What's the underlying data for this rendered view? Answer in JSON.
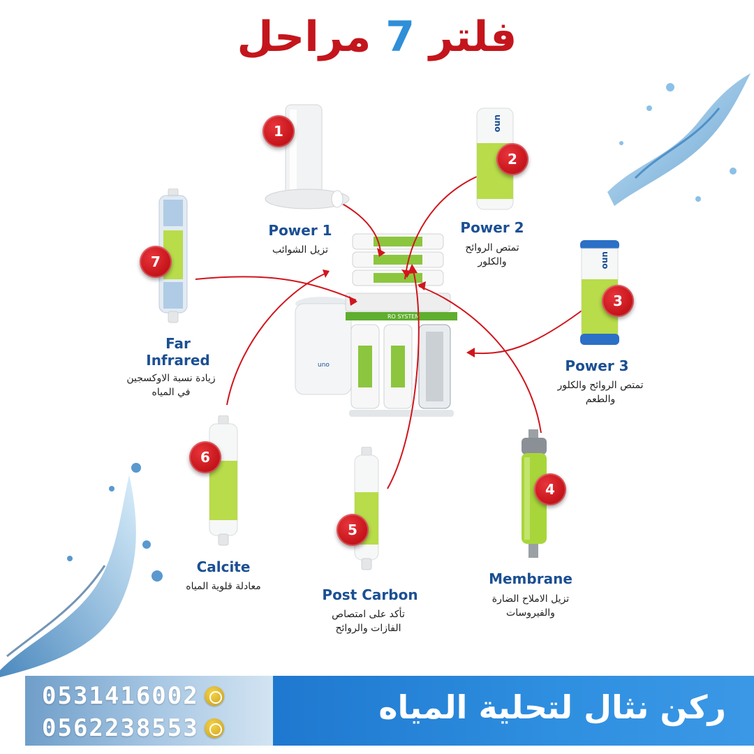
{
  "title": {
    "prefix": "فلتر",
    "number": "7",
    "suffix": "مراحل"
  },
  "stages": [
    {
      "num": "1",
      "name": "Power 1",
      "desc": "تزيل الشوائب"
    },
    {
      "num": "2",
      "name": "Power 2",
      "desc": "تمتص الروائح والكلور"
    },
    {
      "num": "3",
      "name": "Power 3",
      "desc": "تمتص الروائح والكلور والطعم"
    },
    {
      "num": "4",
      "name": "Membrane",
      "desc": "تزيل الاملاح الضارة والفيروسات"
    },
    {
      "num": "5",
      "name": "Post Carbon",
      "desc": "تأكد على امتصاص الفازات والروائح"
    },
    {
      "num": "6",
      "name": "Calcite",
      "desc": "معادلة قلوية المياه"
    },
    {
      "num": "7",
      "name": "Far Infrared",
      "desc": "زيادة نسبة الاوكسجين في المياه"
    }
  ],
  "unit": {
    "label": "RO SYSTEM",
    "brand": "uno"
  },
  "contact": {
    "phone_1": "0531416002",
    "phone_2": "0562238553",
    "icon": "whatsapp-icon"
  },
  "brand_name": "ركن نثال لتحلية المياه",
  "colors": {
    "title_red": "#c4151c",
    "title_blue": "#2f8fd8",
    "stage_blue": "#1b4f93",
    "badge_red": "#c8161d",
    "bar_blue": "#2a86da"
  }
}
